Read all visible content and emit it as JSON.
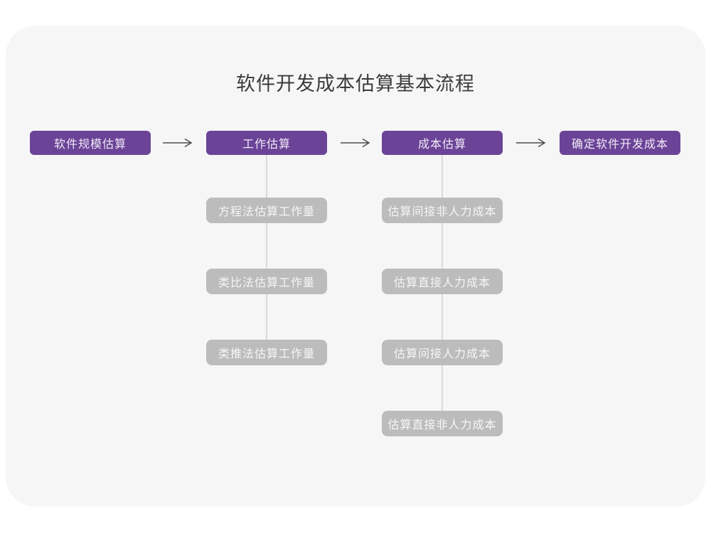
{
  "title": "软件开发成本估算基本流程",
  "colors": {
    "purple": "#6b4397",
    "gray": "#bcbcbc",
    "card_bg": "#f6f6f7",
    "connector_line": "#d9d9d9",
    "arrow": "#4d4d4d",
    "title_text": "#3b3b3b"
  },
  "flow": {
    "stages": [
      {
        "label": "软件规模估算"
      },
      {
        "label": "工作估算"
      },
      {
        "label": "成本估算"
      },
      {
        "label": "确定软件开发成本"
      }
    ],
    "work_methods": [
      "方程法估算工作量",
      "类比法估算工作量",
      "类推法估算工作量"
    ],
    "cost_steps": [
      "估算间接非人力成本",
      "估算直接人力成本",
      "估算间接人力成本",
      "估算直接非人力成本"
    ]
  },
  "icons": {
    "flow_arrow": "right-arrow"
  }
}
